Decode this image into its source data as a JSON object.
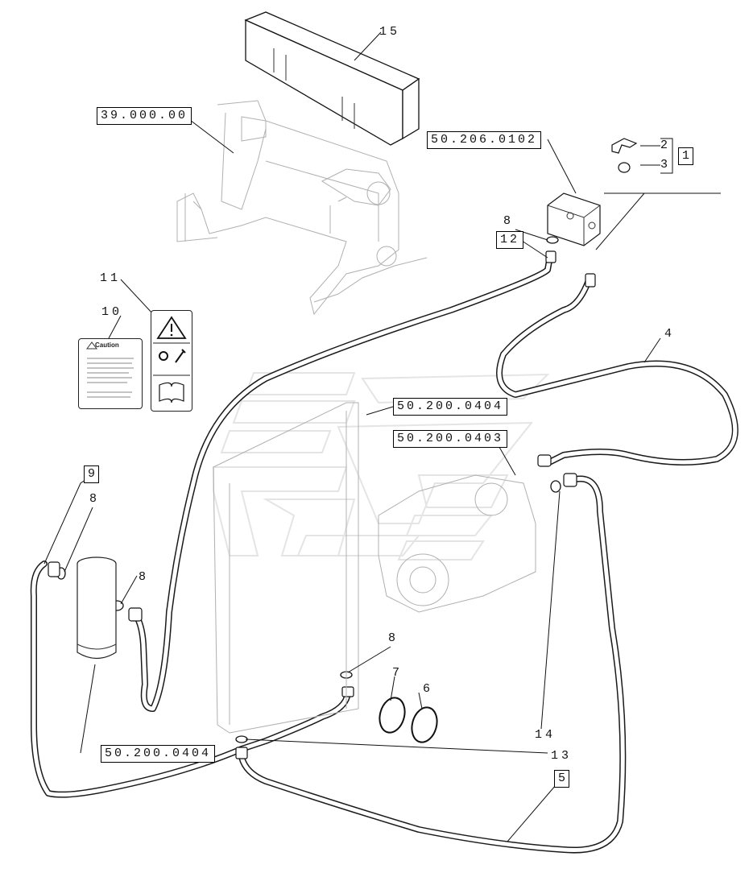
{
  "figure": {
    "reference_boxes": {
      "frame": "39.000.00",
      "valve_block": "50.206.0102",
      "hose_a": "50.200.0404",
      "hose_b": "50.200.0403",
      "receiver_drier": "50.200.0404"
    },
    "item_boxes": {
      "kit_1": "1",
      "item_12": "12",
      "item_9": "9",
      "item_5": "5"
    },
    "part_numbers": {
      "p15": "15",
      "p11": "11",
      "p10": "10",
      "p2": "2",
      "p3": "3",
      "p8_top": "8",
      "p4": "4",
      "p8_left": "8",
      "p8_drier": "8",
      "p8_bottom": "8",
      "p7": "7",
      "p6": "6",
      "p14": "14",
      "p13": "13"
    },
    "decal": {
      "caution_title": "Caution"
    },
    "colors": {
      "line": "#1a1a1a",
      "watermark": "#e3e3e3"
    }
  }
}
